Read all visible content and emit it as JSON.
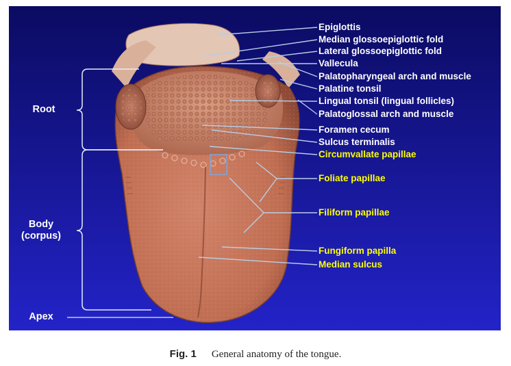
{
  "labels": {
    "epiglottis": "Epiglottis",
    "median_fold": "Median glossoepiglottic fold",
    "lateral_fold": "Lateral glossoepiglottic fold",
    "vallecula": "Vallecula",
    "palatopharyngeal": "Palatopharyngeal arch and muscle",
    "palatine_tonsil": "Palatine tonsil",
    "lingual_tonsil": "Lingual tonsil (lingual follicles)",
    "palatoglossal": "Palatoglossal arch and muscle",
    "foramen_cecum": "Foramen cecum",
    "sulcus_terminalis": "Sulcus terminalis",
    "circumvallate": "Circumvallate papillae",
    "foliate": "Foliate papillae",
    "filiform": "Filiform papillae",
    "fungiform": "Fungiform papilla",
    "median_sulcus": "Median sulcus"
  },
  "regions": {
    "root": "Root",
    "body_line1": "Body",
    "body_line2": "(corpus)",
    "apex": "Apex"
  },
  "caption": {
    "figure_number": "Fig. 1",
    "text": "General anatomy of the tongue."
  },
  "colors": {
    "background_top": "#0b0b62",
    "background_bottom": "#2323c8",
    "label_white": "#ffffff",
    "label_yellow": "#ffff00",
    "leader_line": "#b9cde6",
    "tongue": "#c8765c"
  }
}
